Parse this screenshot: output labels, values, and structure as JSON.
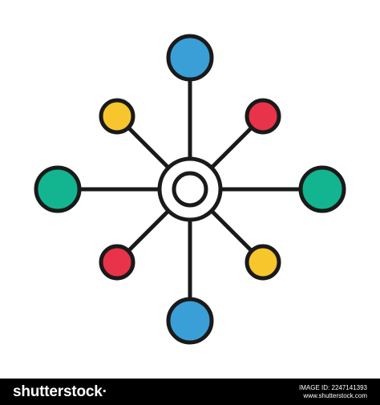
{
  "diagram": {
    "center": {
      "color": "#ffffff"
    },
    "nodes": [
      {
        "name": "node-top",
        "color": "#3a9fd6"
      },
      {
        "name": "node-bottom",
        "color": "#3a9fd6"
      },
      {
        "name": "node-left",
        "color": "#12b58f"
      },
      {
        "name": "node-right",
        "color": "#12b58f"
      },
      {
        "name": "node-top-left",
        "color": "#f7c62c"
      },
      {
        "name": "node-bottom-right",
        "color": "#f7c62c"
      },
      {
        "name": "node-top-right",
        "color": "#e8334a"
      },
      {
        "name": "node-bottom-left",
        "color": "#e8334a"
      }
    ],
    "stroke_color": "#1a1a1a"
  },
  "footer": {
    "logo": "shutterstock",
    "logo_suffix": "·",
    "image_id": "IMAGE ID: 2247141393",
    "site": "www.shutterstock.com"
  }
}
